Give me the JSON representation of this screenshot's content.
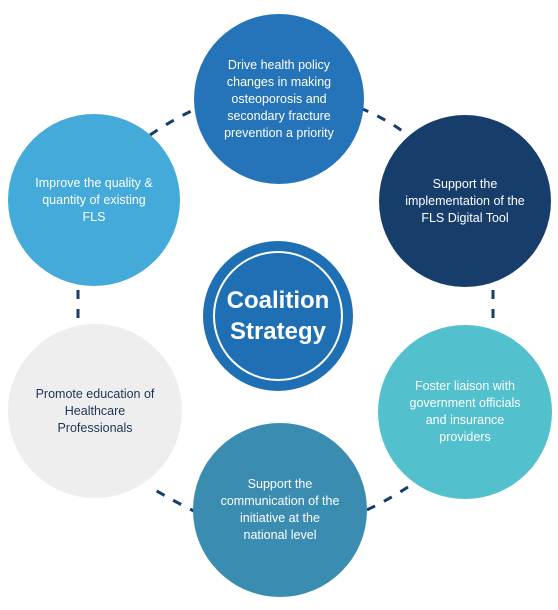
{
  "center": {
    "label": "Coalition Strategy"
  },
  "nodes": [
    {
      "label": "Drive health policy changes in making osteoporosis and secondary fracture prevention a priority",
      "color": "#2573b9"
    },
    {
      "label": "Support the implementation of the FLS Digital Tool",
      "color": "#173d6b"
    },
    {
      "label": "Foster liaison with government officials and insurance providers",
      "color": "#53c0cd"
    },
    {
      "label": "Support the communication of the initiative at the national level",
      "color": "#3a8cb1"
    },
    {
      "label": "Promote education of Healthcare Professionals",
      "color": "#eeeeee"
    },
    {
      "label": "Improve the quality & quantity of existing FLS",
      "color": "#43aad9"
    }
  ],
  "connector_color": "#173d6b"
}
